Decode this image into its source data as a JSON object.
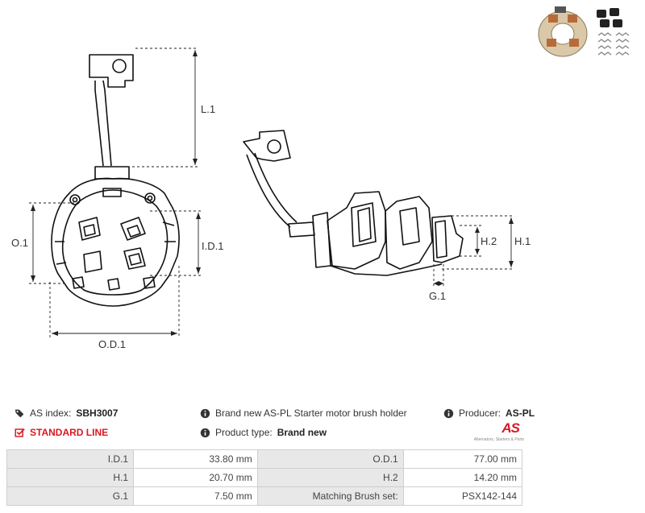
{
  "drawing": {
    "labels": {
      "l1": "L.1",
      "o1": "O.1",
      "id1": "I.D.1",
      "od1": "O.D.1",
      "h2": "H.2",
      "h1": "H.1",
      "g1": "G.1"
    }
  },
  "info": {
    "as_index_label": "AS index:",
    "as_index_value": "SBH3007",
    "line_name": "STANDARD LINE",
    "description": "Brand new AS-PL Starter motor brush holder",
    "product_type_label": "Product type:",
    "product_type_value": "Brand new",
    "producer_label": "Producer:",
    "producer_value": "AS-PL",
    "logo_text": "AS",
    "logo_tagline": "Alternators, Starters & Parts",
    "accent_color": "#d71920"
  },
  "specs": [
    {
      "label1": "I.D.1",
      "value1": "33.80 mm",
      "label2": "O.D.1",
      "value2": "77.00 mm"
    },
    {
      "label1": "H.1",
      "value1": "20.70 mm",
      "label2": "H.2",
      "value2": "14.20 mm"
    },
    {
      "label1": "G.1",
      "value1": "7.50 mm",
      "label2": "Matching Brush set:",
      "value2": "PSX142-144"
    }
  ]
}
